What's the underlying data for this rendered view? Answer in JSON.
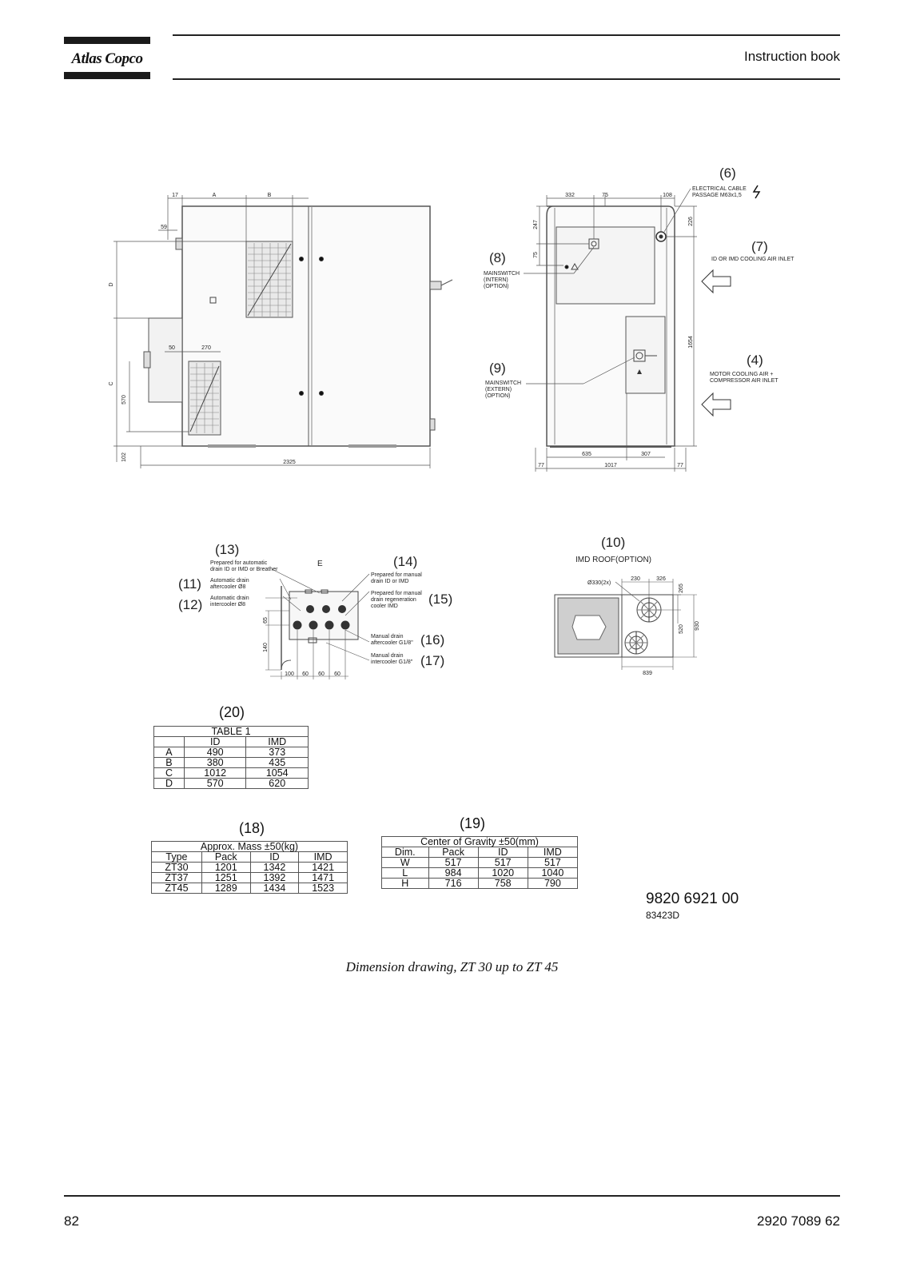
{
  "header": {
    "logo_text": "Atlas Copco",
    "title": "Instruction book"
  },
  "footer": {
    "page_number": "82",
    "doc_number": "2920 7089 62"
  },
  "figure": {
    "caption": "Dimension drawing, ZT 30 up to ZT 45",
    "drawing_number": "9820 6921 00",
    "drawing_code": "83423D"
  },
  "side_view": {
    "dims": {
      "d17": "17",
      "dA": "A",
      "dB": "B",
      "d59": "59",
      "dD": "D",
      "dC": "C",
      "d570": "570",
      "d102": "102",
      "d50": "50",
      "d270": "270",
      "d2325": "2325"
    }
  },
  "front_view": {
    "dims": {
      "d332": "332",
      "d75": "75",
      "d108": "108",
      "d247": "247",
      "d75b": "75",
      "d226": "226",
      "d1654": "1654",
      "d635": "635",
      "d307": "307",
      "d77a": "77",
      "d1017": "1017",
      "d77b": "77"
    },
    "callouts": [
      {
        "num": "(6)",
        "text": [
          "ELECTRICAL CABLE",
          "PASSAGE M63x1,5"
        ]
      },
      {
        "num": "(7)",
        "text": [
          "ID OR IMD COOLING AIR INLET"
        ]
      },
      {
        "num": "(8)",
        "text": [
          "MAINSWITCH",
          "(INTERN)",
          "(OPTION)"
        ]
      },
      {
        "num": "(9)",
        "text": [
          "MAINSWITCH",
          "(EXTERN)",
          "(OPTION)"
        ]
      },
      {
        "num": "(4)",
        "text": [
          "MOTOR COOLING AIR +",
          "COMPRESSOR AIR INLET"
        ]
      }
    ]
  },
  "detail_e": {
    "label": "E",
    "dims": {
      "d65": "65",
      "d140": "140",
      "d100": "100",
      "d60a": "60",
      "d60b": "60",
      "d60c": "60"
    },
    "callouts": [
      {
        "num": "(13)",
        "text": [
          "Prepared for automatic",
          "drain ID or IMD or Breather"
        ]
      },
      {
        "num": "(11)",
        "text": [
          "Automatic drain",
          "aftercooler Ø8"
        ]
      },
      {
        "num": "(12)",
        "text": [
          "Automatic drain",
          "intercooler Ø8"
        ]
      },
      {
        "num": "(14)",
        "text": [
          "Prepared for manual",
          "drain ID or IMD"
        ]
      },
      {
        "num": "(15)",
        "text": [
          "Prepared for manual",
          "drain regeneration",
          "cooler IMD"
        ]
      },
      {
        "num": "(16)",
        "text": [
          "Manual drain",
          "aftercooler G1/8\""
        ]
      },
      {
        "num": "(17)",
        "text": [
          "Manual drain",
          "intercooler G1/8\""
        ]
      }
    ]
  },
  "imd_roof": {
    "num": "(10)",
    "title": "IMD ROOF(OPTION)",
    "dims": {
      "dia": "Ø330(2x)",
      "d230": "230",
      "d326": "326",
      "d265": "265",
      "d520": "520",
      "d930": "930",
      "d839": "839"
    }
  },
  "table1": {
    "num": "(20)",
    "title": "TABLE 1",
    "headers": [
      "",
      "ID",
      "IMD"
    ],
    "rows": [
      [
        "A",
        "490",
        "373"
      ],
      [
        "B",
        "380",
        "435"
      ],
      [
        "C",
        "1012",
        "1054"
      ],
      [
        "D",
        "570",
        "620"
      ]
    ]
  },
  "mass_table": {
    "num": "(18)",
    "title": "Approx. Mass ±50(kg)",
    "headers": [
      "Type",
      "Pack",
      "ID",
      "IMD"
    ],
    "rows": [
      [
        "ZT30",
        "1201",
        "1342",
        "1421"
      ],
      [
        "ZT37",
        "1251",
        "1392",
        "1471"
      ],
      [
        "ZT45",
        "1289",
        "1434",
        "1523"
      ]
    ]
  },
  "cog_table": {
    "num": "(19)",
    "title": "Center of Gravity ±50(mm)",
    "headers": [
      "Dim.",
      "Pack",
      "ID",
      "IMD"
    ],
    "rows": [
      [
        "W",
        "517",
        "517",
        "517"
      ],
      [
        "L",
        "984",
        "1020",
        "1040"
      ],
      [
        "H",
        "716",
        "758",
        "790"
      ]
    ]
  }
}
